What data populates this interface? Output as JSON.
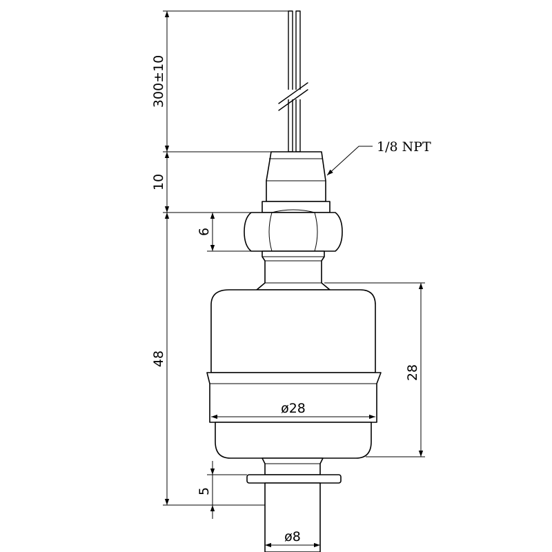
{
  "dimensions": {
    "lead_length": "300±10",
    "thread_height": "10",
    "nut_height": "6",
    "total_height": "48",
    "float_height": "28",
    "float_diameter": "ø28",
    "stop_thickness": "5",
    "stem_diameter": "ø8"
  },
  "callouts": {
    "thread_type": "1/8 NPT"
  }
}
